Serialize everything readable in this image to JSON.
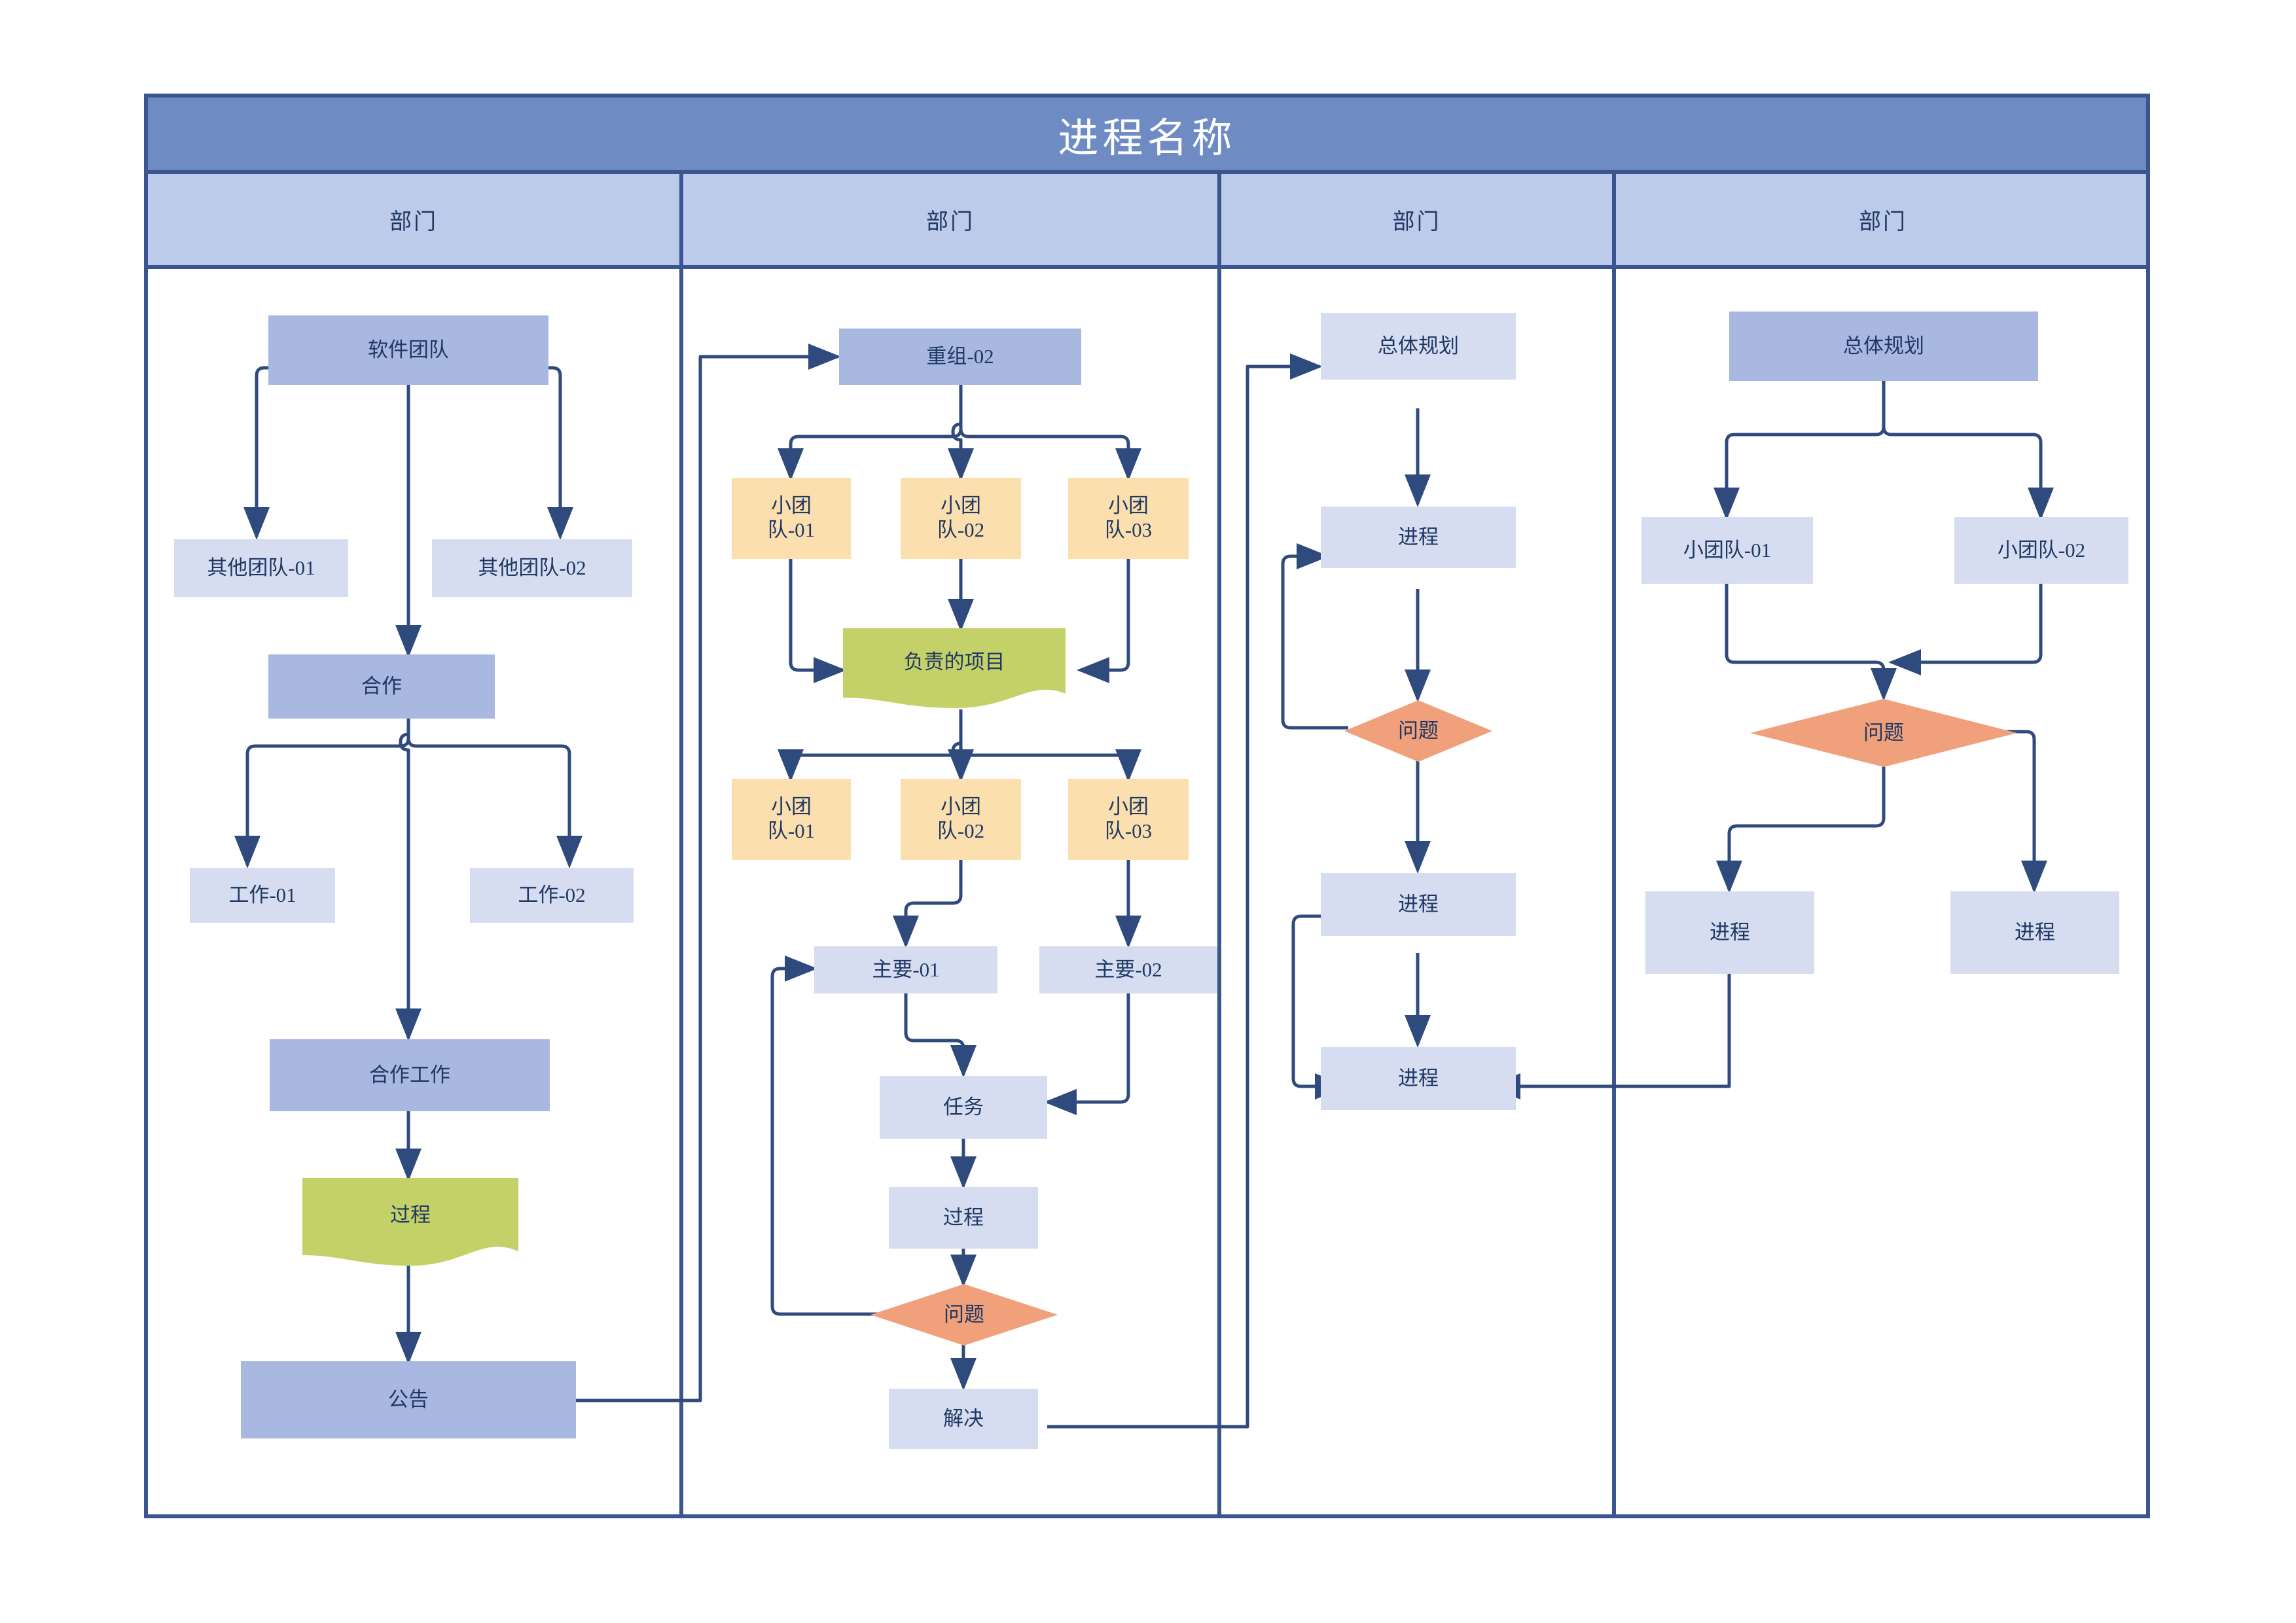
{
  "diagram": {
    "title": "进程名称",
    "type": "swimlane-flowchart",
    "colors": {
      "title_bar": "#6F8BC4",
      "lane_header": "#BDCBEA",
      "frame_border": "#3B5591",
      "node_blue": "#A8B8E0",
      "node_light_blue": "#D7DDF0",
      "node_orange": "#FCDFAE",
      "document_green": "#C4D169",
      "decision_orange": "#F0A07A",
      "connector": "#2F4A7C",
      "text": "#1F3864"
    }
  },
  "lanes": [
    {
      "id": "lane1",
      "label": "部门"
    },
    {
      "id": "lane2",
      "label": "部门"
    },
    {
      "id": "lane3",
      "label": "部门"
    },
    {
      "id": "lane4",
      "label": "部门"
    }
  ],
  "nodes": {
    "l1_software_team": {
      "label": "软件团队",
      "shape": "process",
      "lane": 1
    },
    "l1_other_team_01": {
      "label": "其他团队-01",
      "shape": "process",
      "lane": 1
    },
    "l1_other_team_02": {
      "label": "其他团队-02",
      "shape": "process",
      "lane": 1
    },
    "l1_cooperate": {
      "label": "合作",
      "shape": "process",
      "lane": 1
    },
    "l1_work_01": {
      "label": "工作-01",
      "shape": "process",
      "lane": 1
    },
    "l1_work_02": {
      "label": "工作-02",
      "shape": "process",
      "lane": 1
    },
    "l1_cooperate_work": {
      "label": "合作工作",
      "shape": "process",
      "lane": 1
    },
    "l1_process_doc": {
      "label": "过程",
      "shape": "document",
      "lane": 1
    },
    "l1_announcement": {
      "label": "公告",
      "shape": "process",
      "lane": 1
    },
    "l2_regroup_02": {
      "label": "重组-02",
      "shape": "process",
      "lane": 2
    },
    "l2_small_team_a01": {
      "label": "小团\n队-01",
      "shape": "process",
      "lane": 2
    },
    "l2_small_team_a02": {
      "label": "小团\n队-02",
      "shape": "process",
      "lane": 2
    },
    "l2_small_team_a03": {
      "label": "小团\n队-03",
      "shape": "process",
      "lane": 2
    },
    "l2_resp_project": {
      "label": "负责的项目",
      "shape": "document",
      "lane": 2
    },
    "l2_small_team_b01": {
      "label": "小团\n队-01",
      "shape": "process",
      "lane": 2
    },
    "l2_small_team_b02": {
      "label": "小团\n队-02",
      "shape": "process",
      "lane": 2
    },
    "l2_small_team_b03": {
      "label": "小团\n队-03",
      "shape": "process",
      "lane": 2
    },
    "l2_main_01": {
      "label": "主要-01",
      "shape": "process",
      "lane": 2
    },
    "l2_main_02": {
      "label": "主要-02",
      "shape": "process",
      "lane": 2
    },
    "l2_task": {
      "label": "任务",
      "shape": "process",
      "lane": 2
    },
    "l2_procedure": {
      "label": "过程",
      "shape": "process",
      "lane": 2
    },
    "l2_question": {
      "label": "问题",
      "shape": "decision",
      "lane": 2
    },
    "l2_resolve": {
      "label": "解决",
      "shape": "process",
      "lane": 2
    },
    "l3_overall_plan": {
      "label": "总体规划",
      "shape": "process",
      "lane": 3
    },
    "l3_process_1": {
      "label": "进程",
      "shape": "process",
      "lane": 3
    },
    "l3_question": {
      "label": "问题",
      "shape": "decision",
      "lane": 3
    },
    "l3_process_2": {
      "label": "进程",
      "shape": "process",
      "lane": 3
    },
    "l3_process_3": {
      "label": "进程",
      "shape": "process",
      "lane": 3
    },
    "l4_overall_plan": {
      "label": "总体规划",
      "shape": "process",
      "lane": 4
    },
    "l4_small_team_01": {
      "label": "小团队-01",
      "shape": "process",
      "lane": 4
    },
    "l4_small_team_02": {
      "label": "小团队-02",
      "shape": "process",
      "lane": 4
    },
    "l4_question": {
      "label": "问题",
      "shape": "decision",
      "lane": 4
    },
    "l4_process_left": {
      "label": "进程",
      "shape": "process",
      "lane": 4
    },
    "l4_process_right": {
      "label": "进程",
      "shape": "process",
      "lane": 4
    }
  },
  "edges": [
    {
      "from": "l1_software_team",
      "to": "l1_other_team_01"
    },
    {
      "from": "l1_software_team",
      "to": "l1_other_team_02"
    },
    {
      "from": "l1_software_team",
      "to": "l1_cooperate"
    },
    {
      "from": "l1_cooperate",
      "to": "l1_work_01"
    },
    {
      "from": "l1_cooperate",
      "to": "l1_work_02"
    },
    {
      "from": "l1_cooperate",
      "to": "l1_cooperate_work"
    },
    {
      "from": "l1_cooperate_work",
      "to": "l1_process_doc"
    },
    {
      "from": "l1_process_doc",
      "to": "l1_announcement"
    },
    {
      "from": "l1_announcement",
      "to": "l2_regroup_02"
    },
    {
      "from": "l2_regroup_02",
      "to": "l2_small_team_a01"
    },
    {
      "from": "l2_regroup_02",
      "to": "l2_small_team_a02"
    },
    {
      "from": "l2_regroup_02",
      "to": "l2_small_team_a03"
    },
    {
      "from": "l2_small_team_a01",
      "to": "l2_resp_project"
    },
    {
      "from": "l2_small_team_a02",
      "to": "l2_resp_project"
    },
    {
      "from": "l2_small_team_a03",
      "to": "l2_resp_project"
    },
    {
      "from": "l2_resp_project",
      "to": "l2_small_team_b01"
    },
    {
      "from": "l2_resp_project",
      "to": "l2_small_team_b02"
    },
    {
      "from": "l2_resp_project",
      "to": "l2_small_team_b03"
    },
    {
      "from": "l2_small_team_b02",
      "to": "l2_main_01"
    },
    {
      "from": "l2_small_team_b03",
      "to": "l2_main_02"
    },
    {
      "from": "l2_main_01",
      "to": "l2_task"
    },
    {
      "from": "l2_main_02",
      "to": "l2_task"
    },
    {
      "from": "l2_task",
      "to": "l2_procedure"
    },
    {
      "from": "l2_procedure",
      "to": "l2_question"
    },
    {
      "from": "l2_question",
      "to": "l2_main_01"
    },
    {
      "from": "l2_question",
      "to": "l2_resolve"
    },
    {
      "from": "l2_resolve",
      "to": "l3_overall_plan"
    },
    {
      "from": "l3_overall_plan",
      "to": "l3_process_1"
    },
    {
      "from": "l3_process_1",
      "to": "l3_question"
    },
    {
      "from": "l3_question",
      "to": "l3_process_1"
    },
    {
      "from": "l3_question",
      "to": "l3_process_2"
    },
    {
      "from": "l3_process_2",
      "to": "l3_process_3"
    },
    {
      "from": "l4_overall_plan",
      "to": "l4_small_team_01"
    },
    {
      "from": "l4_overall_plan",
      "to": "l4_small_team_02"
    },
    {
      "from": "l4_small_team_01",
      "to": "l4_question"
    },
    {
      "from": "l4_small_team_02",
      "to": "l4_question"
    },
    {
      "from": "l4_question",
      "to": "l4_process_left"
    },
    {
      "from": "l4_question",
      "to": "l4_process_right"
    },
    {
      "from": "l4_process_left",
      "to": "l3_process_3"
    }
  ]
}
